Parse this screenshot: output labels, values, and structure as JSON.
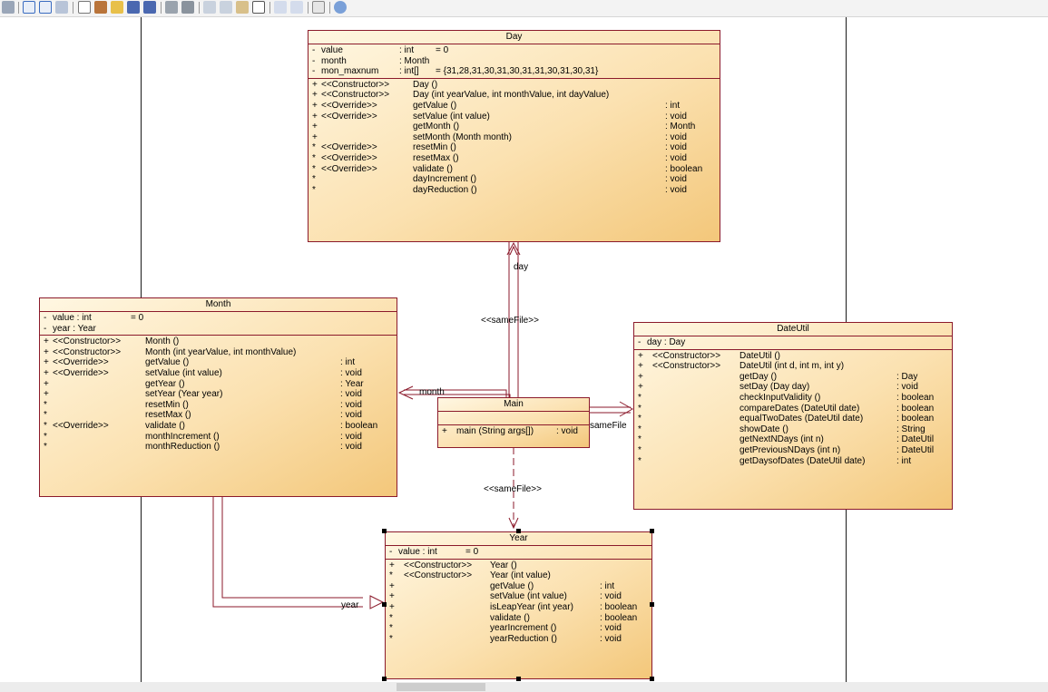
{
  "toolbar": {
    "icons": [
      "back-icon",
      "diagram-icon",
      "grid-icon",
      "layout-icon",
      "new-icon",
      "package-icon",
      "open-folder-icon",
      "save-icon",
      "save-all-icon",
      "print-preview-icon",
      "print-icon",
      "cut-icon",
      "copy-icon",
      "paste-icon",
      "delete-icon",
      "undo-icon",
      "redo-icon",
      "notes-icon",
      "help-icon"
    ]
  },
  "classes": {
    "day": {
      "name": "Day",
      "attributes": [
        {
          "vis": "-",
          "name": "value",
          "type": ": int",
          "init": "= 0"
        },
        {
          "vis": "-",
          "name": "month",
          "type": ": Month",
          "init": ""
        },
        {
          "vis": "-",
          "name": "mon_maxnum",
          "type": ": int[]",
          "init": "= {31,28,31,30,31,30,31,31,30,31,30,31}"
        }
      ],
      "operations": [
        {
          "vis": "+",
          "stereo": "<<Constructor>>",
          "sig": "Day ()",
          "ret": ""
        },
        {
          "vis": "+",
          "stereo": "<<Constructor>>",
          "sig": "Day (int yearValue, int monthValue, int dayValue)",
          "ret": ""
        },
        {
          "vis": "+",
          "stereo": "<<Override>>",
          "sig": "getValue ()",
          "ret": ": int"
        },
        {
          "vis": "+",
          "stereo": "<<Override>>",
          "sig": "setValue (int value)",
          "ret": ": void"
        },
        {
          "vis": "+",
          "stereo": "",
          "sig": "getMonth ()",
          "ret": ": Month"
        },
        {
          "vis": "+",
          "stereo": "",
          "sig": "setMonth (Month month)",
          "ret": ": void"
        },
        {
          "vis": "*",
          "stereo": "<<Override>>",
          "sig": "resetMin ()",
          "ret": ": void"
        },
        {
          "vis": "*",
          "stereo": "<<Override>>",
          "sig": "resetMax ()",
          "ret": ": void"
        },
        {
          "vis": "*",
          "stereo": "<<Override>>",
          "sig": "validate ()",
          "ret": ": boolean"
        },
        {
          "vis": "*",
          "stereo": "",
          "sig": "dayIncrement ()",
          "ret": ": void"
        },
        {
          "vis": "*",
          "stereo": "",
          "sig": "dayReduction ()",
          "ret": ": void"
        }
      ]
    },
    "month": {
      "name": "Month",
      "attributes": [
        {
          "vis": "-",
          "name": "value  : int",
          "type": "= 0",
          "init": ""
        },
        {
          "vis": "-",
          "name": "year   : Year",
          "type": "",
          "init": ""
        }
      ],
      "operations": [
        {
          "vis": "+",
          "stereo": "<<Constructor>>",
          "sig": "Month ()",
          "ret": ""
        },
        {
          "vis": "+",
          "stereo": "<<Constructor>>",
          "sig": "Month (int yearValue, int monthValue)",
          "ret": ""
        },
        {
          "vis": "+",
          "stereo": "<<Override>>",
          "sig": "getValue ()",
          "ret": ": int"
        },
        {
          "vis": "+",
          "stereo": "<<Override>>",
          "sig": "setValue (int value)",
          "ret": ": void"
        },
        {
          "vis": "+",
          "stereo": "",
          "sig": "getYear ()",
          "ret": ": Year"
        },
        {
          "vis": "+",
          "stereo": "",
          "sig": "setYear (Year year)",
          "ret": ": void"
        },
        {
          "vis": "*",
          "stereo": "",
          "sig": "resetMin ()",
          "ret": ": void"
        },
        {
          "vis": "*",
          "stereo": "",
          "sig": "resetMax ()",
          "ret": ": void"
        },
        {
          "vis": "*",
          "stereo": "<<Override>>",
          "sig": "validate ()",
          "ret": ": boolean"
        },
        {
          "vis": "*",
          "stereo": "",
          "sig": "monthIncrement ()",
          "ret": ": void"
        },
        {
          "vis": "*",
          "stereo": "",
          "sig": "monthReduction ()",
          "ret": ": void"
        }
      ]
    },
    "dateutil": {
      "name": "DateUtil",
      "attributes": [
        {
          "vis": "-",
          "name": "day  : Day",
          "type": "",
          "init": ""
        }
      ],
      "operations": [
        {
          "vis": "+",
          "stereo": "<<Constructor>>",
          "sig": "DateUtil ()",
          "ret": ""
        },
        {
          "vis": "+",
          "stereo": "<<Constructor>>",
          "sig": "DateUtil (int d, int m, int y)",
          "ret": ""
        },
        {
          "vis": "+",
          "stereo": "",
          "sig": "getDay ()",
          "ret": ": Day"
        },
        {
          "vis": "+",
          "stereo": "",
          "sig": "setDay (Day day)",
          "ret": ": void"
        },
        {
          "vis": "*",
          "stereo": "",
          "sig": "checkInputValidity ()",
          "ret": ": boolean"
        },
        {
          "vis": "*",
          "stereo": "",
          "sig": "compareDates (DateUtil date)",
          "ret": ": boolean"
        },
        {
          "vis": "*",
          "stereo": "",
          "sig": "equalTwoDates (DateUtil date)",
          "ret": ": boolean"
        },
        {
          "vis": "*",
          "stereo": "",
          "sig": "showDate ()",
          "ret": ": String"
        },
        {
          "vis": "*",
          "stereo": "",
          "sig": "getNextNDays (int n)",
          "ret": ": DateUtil"
        },
        {
          "vis": "*",
          "stereo": "",
          "sig": "getPreviousNDays (int n)",
          "ret": ": DateUtil"
        },
        {
          "vis": "*",
          "stereo": "",
          "sig": "getDaysofDates (DateUtil date)",
          "ret": ": int"
        }
      ]
    },
    "main": {
      "name": "Main",
      "operations": [
        {
          "vis": "+",
          "stereo": "",
          "sig": "main (String args[])",
          "ret": ": void"
        }
      ]
    },
    "year": {
      "name": "Year",
      "attributes": [
        {
          "vis": "-",
          "name": "value  : int",
          "type": "= 0",
          "init": ""
        }
      ],
      "operations": [
        {
          "vis": "+",
          "stereo": "<<Constructor>>",
          "sig": "Year ()",
          "ret": ""
        },
        {
          "vis": "*",
          "stereo": "<<Constructor>>",
          "sig": "Year (int value)",
          "ret": ""
        },
        {
          "vis": "+",
          "stereo": "",
          "sig": "getValue ()",
          "ret": ": int"
        },
        {
          "vis": "+",
          "stereo": "",
          "sig": "setValue (int value)",
          "ret": ": void"
        },
        {
          "vis": "+",
          "stereo": "",
          "sig": "isLeapYear (int year)",
          "ret": ": boolean"
        },
        {
          "vis": "*",
          "stereo": "",
          "sig": "validate ()",
          "ret": ": boolean"
        },
        {
          "vis": "*",
          "stereo": "",
          "sig": "yearIncrement ()",
          "ret": ": void"
        },
        {
          "vis": "*",
          "stereo": "",
          "sig": "yearReduction ()",
          "ret": ": void"
        }
      ]
    }
  },
  "connectors": {
    "day_role": "day",
    "month_role": "month",
    "year_role": "year",
    "samefile_top": "<<sameFile>>",
    "samefile_right": "sameFile",
    "samefile_bottom": "<<sameFile>>"
  },
  "colors": {
    "border": "#8b1a2b",
    "fill_light": "#fff7e2",
    "fill_dark": "#f3c77a"
  }
}
